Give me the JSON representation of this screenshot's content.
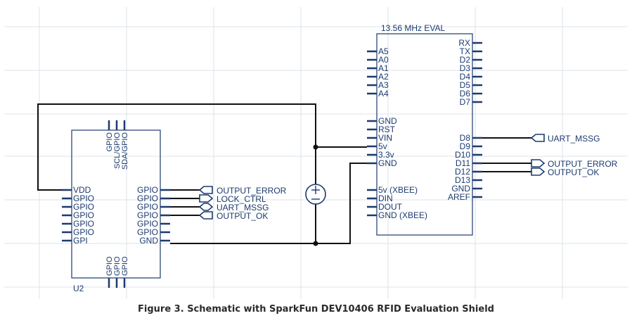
{
  "u1": {
    "title": "13.56 MHz EVAL",
    "left_pins": [
      "A5",
      "A0",
      "A1",
      "A2",
      "A3",
      "A4",
      "GND",
      "RST",
      "VIN",
      "5v",
      "3.3v",
      "GND",
      "5v (XBEE)",
      "DIN",
      "DOUT",
      "GND (XBEE)"
    ],
    "right_pins": [
      "RX",
      "TX",
      "D2",
      "D3",
      "D4",
      "D5",
      "D6",
      "D7",
      "D8",
      "D9",
      "D10",
      "D11",
      "D12",
      "D13",
      "GND",
      "AREF"
    ]
  },
  "u2": {
    "name": "U2",
    "left_pins": [
      "VDD",
      "GPIO",
      "GPIO",
      "GPIO",
      "GPIO",
      "GPIO",
      "GPI"
    ],
    "right_pins": [
      "GPIO",
      "GPIO",
      "GPIO",
      "GPIO",
      "GPIO",
      "GPIO",
      "GND"
    ],
    "top_pins": [
      "GPIO",
      "SCL/GPIO",
      "SDA/GPIO"
    ],
    "bottom_pins": [
      "GPIO",
      "GPIO",
      "GPIO"
    ]
  },
  "ports_u2": [
    "OUTPUT_ERROR",
    "LOCK_CTRL",
    "UART_MSSG",
    "OUTPUT_OK"
  ],
  "ports_u1": [
    "UART_MSSG",
    "OUTPUT_ERROR",
    "OUTPUT_OK"
  ],
  "caption": "Figure 3. Schematic with SparkFun DEV10406 RFID Evaluation Shield"
}
